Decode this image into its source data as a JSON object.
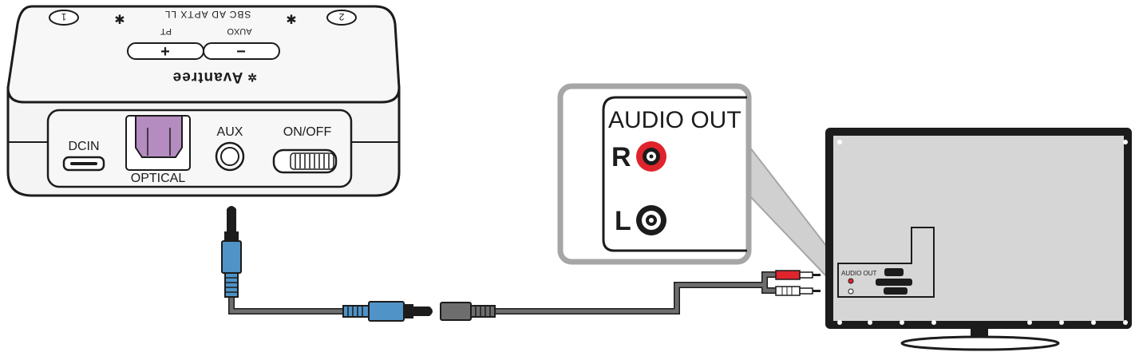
{
  "device": {
    "brand": "Avantree",
    "top_labels": {
      "codecs": "SBC  AD  APTX  LL",
      "auxo": "AUXO",
      "pt": "PT",
      "led1": "1",
      "led2": "2",
      "plus": "+",
      "minus": "−"
    },
    "ports": {
      "dcin": "DCIN",
      "optical": "OPTICAL",
      "aux": "AUX",
      "onoff": "ON/OFF"
    }
  },
  "callout": {
    "title": "AUDIO OUT",
    "right_label": "R",
    "left_label": "L"
  },
  "tv": {
    "panel_label": "AUDIO OUT"
  },
  "colors": {
    "line": "#1c1c1c",
    "device_body": "#f4f4f4",
    "optical_plug": "#b48cc0",
    "cable_gray": "#6e6e6e",
    "plug_blue": "#4f93c7",
    "rca_red": "#e0242c",
    "rca_white": "#ffffff",
    "tv_screen": "#d6d6d6",
    "callout_border": "#a6a6a6"
  }
}
